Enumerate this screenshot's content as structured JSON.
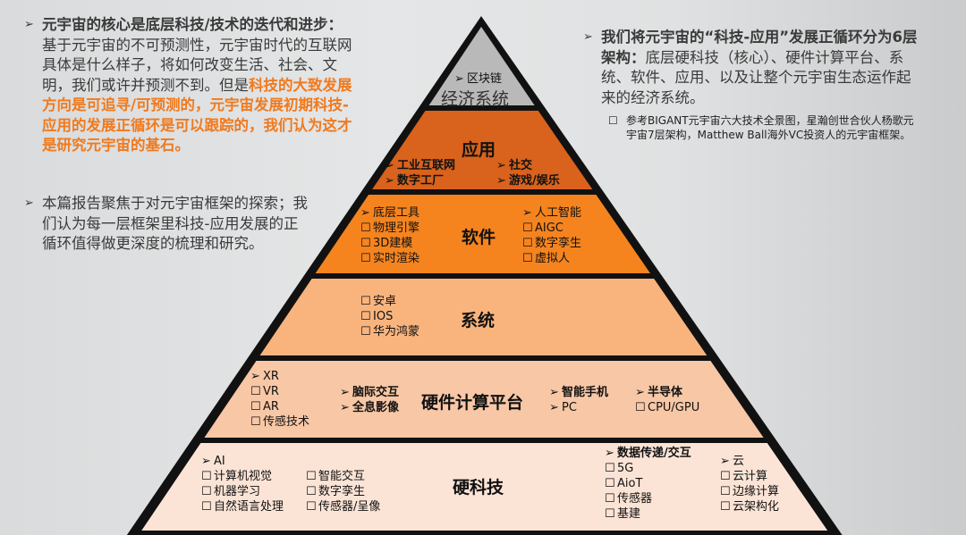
{
  "left": {
    "p1_a": "元宇宙的核心是底层科技/技术的迭代和进步：",
    "p1_b": "基于元宇宙的不可预测性，元宇宙时代的互联网具体是什么样子，将如何改变生活、社会、文明，我们或许并预测不到。但是",
    "p1_c": "科技的大致发展方向是可追寻/可预测的，元宇宙发展初期科技-应用的发展正循环是可以跟踪的，我们认为这才是研究元宇宙的基石。",
    "p2": "本篇报告聚焦于对元宇宙框架的探索；我们认为每一层框架里科技-应用发展的正循环值得做更深度的梳理和研究。"
  },
  "right": {
    "p1_a": "我们将元宇宙的“科技-应用”发展正循环分为6层架构：",
    "p1_b": "底层硬科技（核心）、硬件计算平台、系统、软件、应用、以及让整个元宇宙生态运作起来的经济系统。",
    "note": "参考BIGANT元宇宙六大技术全景图，星瀚创世合伙人杨歌元宇宙7层架构，Matthew Ball海外VC投资人的元宇宙框架。"
  },
  "colors": {
    "accent": "#f07a1e",
    "economy": "#b9b9b9",
    "application": "#d9621c",
    "software": "#f5841f",
    "system": "#f9b47e",
    "hardware": "#f8c7a6",
    "hardtech": "#fbe4d6"
  },
  "pyramid": {
    "economy": {
      "title": "经济系统",
      "items": [
        "区块链"
      ]
    },
    "application": {
      "title": "应用",
      "col1": [
        "工业互联网",
        "数字工厂"
      ],
      "col2": [
        "社交",
        "游戏/娱乐"
      ]
    },
    "software": {
      "title": "软件",
      "col1_head": "底层工具",
      "col1": [
        "物理引擎",
        "3D建模",
        "实时渲染"
      ],
      "col2_head": "人工智能",
      "col2": [
        "AIGC",
        "数字孪生",
        "虚拟人"
      ]
    },
    "system": {
      "title": "系统",
      "items": [
        "安卓",
        "IOS",
        "华为鸿蒙"
      ]
    },
    "hardware": {
      "title": "硬件计算平台",
      "xr_head": "XR",
      "xr": [
        "VR",
        "AR",
        "传感技术"
      ],
      "col2": [
        "脑际交互",
        "全息影像"
      ],
      "col3": [
        "智能手机",
        "PC"
      ],
      "semi_head": "半导体",
      "semi": [
        "CPU/GPU"
      ]
    },
    "hardtech": {
      "title": "硬科技",
      "ai_head": "AI",
      "ai1": [
        "计算机视觉",
        "机器学习",
        "自然语言处理"
      ],
      "ai2": [
        "智能交互",
        "数字孪生",
        "传感器/呈像"
      ],
      "data_head": "数据传递/交互",
      "data": [
        "5G",
        "AioT",
        "传感器",
        "基建"
      ],
      "cloud_head": "云",
      "cloud": [
        "云计算",
        "边缘计算",
        "云架构化"
      ]
    }
  }
}
